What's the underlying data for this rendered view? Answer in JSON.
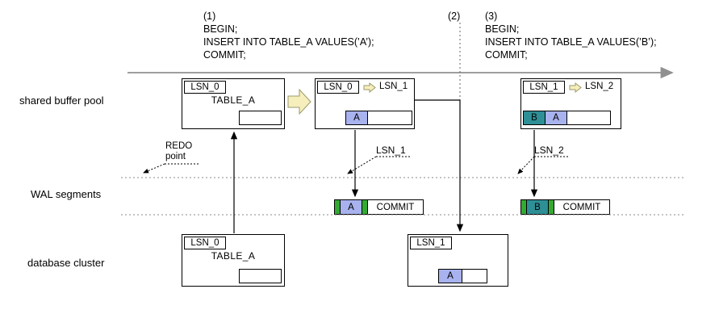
{
  "colors": {
    "cell-blue": "#a8b2ee",
    "cell-teal": "#2e8f96",
    "cell-green": "#33aa33",
    "arrow-yellow": "#f6efbd",
    "arrow-yellow-border": "#9a9a6a",
    "timeline-gray": "#909090"
  },
  "steps": {
    "s1": {
      "num": "(1)",
      "line1": "BEGIN;",
      "line2": "INSERT INTO TABLE_A VALUES(’A’);",
      "line3": "COMMIT;"
    },
    "s2": {
      "num": "(2)"
    },
    "s3": {
      "num": "(3)",
      "line1": "BEGIN;",
      "line2": "INSERT INTO TABLE_A VALUES(’B’);",
      "line3": "COMMIT;"
    }
  },
  "lanes": {
    "buffer": "shared buffer pool",
    "wal": "WAL segments",
    "db": "database cluster"
  },
  "redo": {
    "line1": "REDO",
    "line2": "point"
  },
  "buffer_pool": {
    "box1": {
      "lsn": "LSN_0",
      "table": "TABLE_A"
    },
    "box2": {
      "lsn_from": "LSN_0",
      "lsn_to": "LSN_1",
      "cell_a": "A"
    },
    "box3": {
      "lsn_from": "LSN_1",
      "lsn_to": "LSN_2",
      "cell_b": "B",
      "cell_a": "A"
    }
  },
  "wal": {
    "lsn1_label": "LSN_1",
    "lsn2_label": "LSN_2",
    "record1": {
      "cell": "A",
      "commit": "COMMIT"
    },
    "record2": {
      "cell": "B",
      "commit": "COMMIT"
    }
  },
  "db": {
    "box1": {
      "lsn": "LSN_0",
      "table": "TABLE_A"
    },
    "box2": {
      "lsn": "LSN_1",
      "cell_a": "A"
    }
  }
}
